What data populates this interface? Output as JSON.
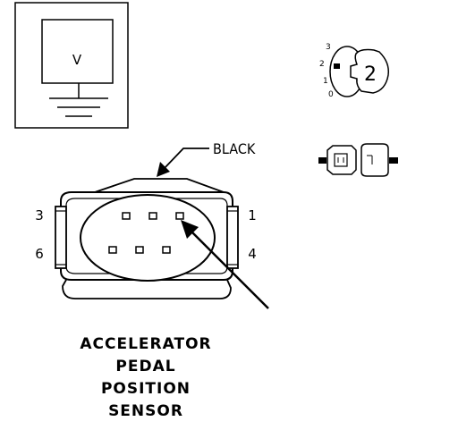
{
  "meter": {
    "symbol": "V"
  },
  "connector": {
    "wire_color_label": "BLACK",
    "pin_labels": {
      "p1": "1",
      "p3": "3",
      "p4": "4",
      "p6": "6"
    }
  },
  "view_icon": {
    "number": "2",
    "scale": [
      "3",
      "2",
      "1",
      "0"
    ]
  },
  "caption": {
    "line1": "ACCELERATOR",
    "line2": "PEDAL",
    "line3": "POSITION",
    "line4": "SENSOR"
  }
}
